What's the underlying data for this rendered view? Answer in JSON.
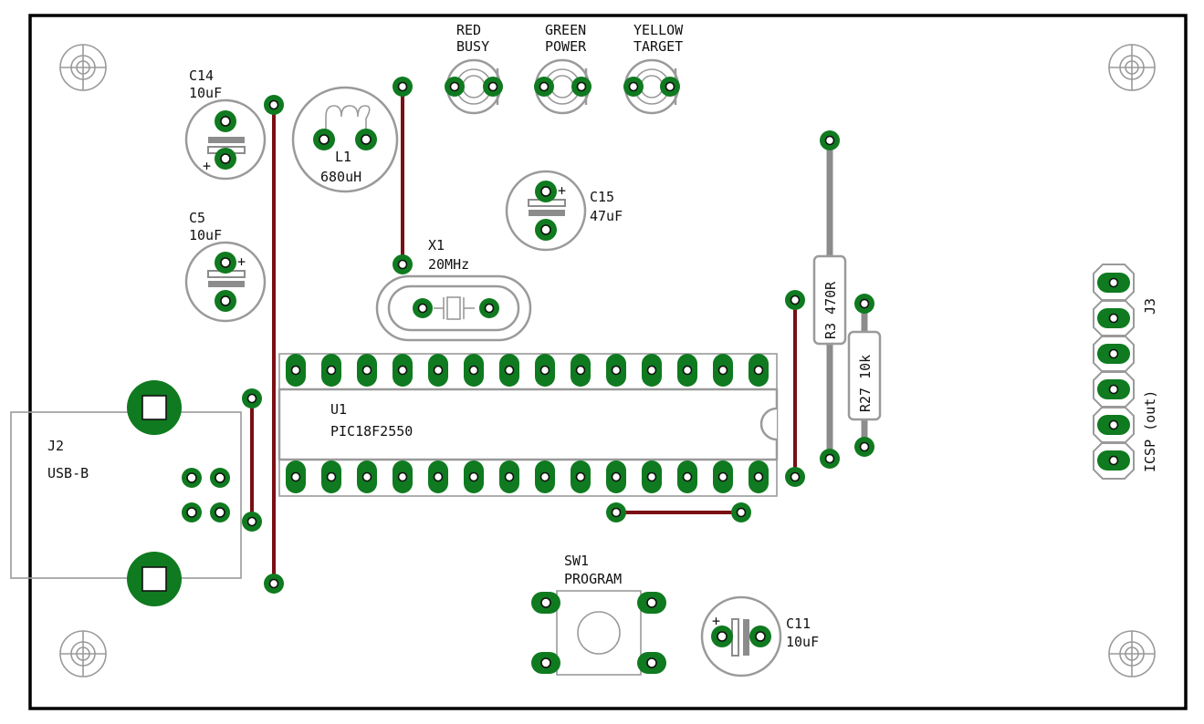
{
  "board": {
    "colors": {
      "copper_pad": "#0f7a1f",
      "silkscreen": "#9a9a9a",
      "trace_bottom": "#7a0f14",
      "board_outline": "#000000"
    }
  },
  "components": {
    "c14": {
      "ref": "C14",
      "value": "10uF",
      "polarity": "+"
    },
    "c5": {
      "ref": "C5",
      "value": "10uF",
      "polarity": "+"
    },
    "l1": {
      "ref": "L1",
      "value": "680uH"
    },
    "led_red": {
      "line1": "RED",
      "line2": "BUSY"
    },
    "led_green": {
      "line1": "GREEN",
      "line2": "POWER"
    },
    "led_yellow": {
      "line1": "YELLOW",
      "line2": "TARGET"
    },
    "c15": {
      "ref": "C15",
      "value": "47uF",
      "polarity": "+"
    },
    "x1": {
      "ref": "X1",
      "value": "20MHz"
    },
    "r3": {
      "label": "R3 470R"
    },
    "r27": {
      "label": "R27 10k"
    },
    "j3": {
      "ref": "J3",
      "desc": "ICSP (out)"
    },
    "u1": {
      "ref": "U1",
      "value": "PIC18F2550"
    },
    "j2": {
      "ref": "J2",
      "value": "USB-B"
    },
    "sw1": {
      "ref": "SW1",
      "value": "PROGRAM"
    },
    "c11": {
      "ref": "C11",
      "value": "10uF",
      "polarity": "+"
    }
  }
}
